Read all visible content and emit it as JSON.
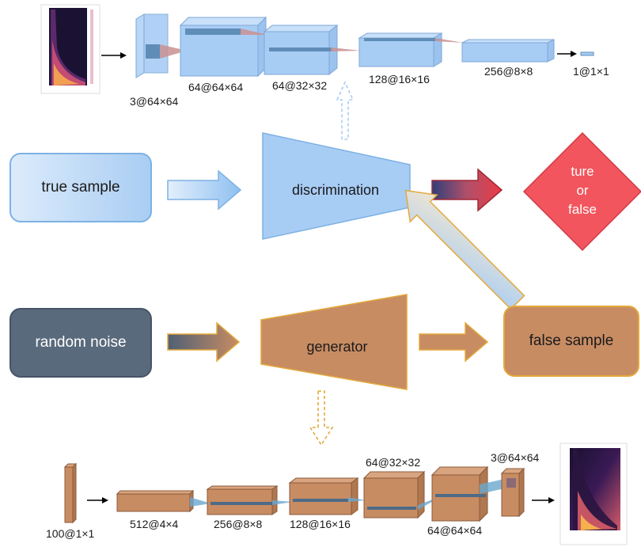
{
  "true_sample": "true sample",
  "random_noise": "random noise",
  "false_sample": "false sample",
  "discrimination": "discrimination",
  "generator": "generator",
  "decision": {
    "line1": "ture",
    "line2": "or",
    "line3": "false"
  },
  "discriminator_layers": [
    "3@64×64",
    "64@64×64",
    "64@32×32",
    "128@16×16",
    "256@8×8",
    "1@1×1"
  ],
  "generator_layers": [
    "100@1×1",
    "512@4×4",
    "256@8×8",
    "128@16×16",
    "64@32×32",
    "64@64×64",
    "3@64×64"
  ],
  "colors": {
    "disc_blue": "#a8cdf5",
    "gen_brown": "#c88c63",
    "decision_red": "#f2555d",
    "noise_slate": "#5a6a7d"
  }
}
